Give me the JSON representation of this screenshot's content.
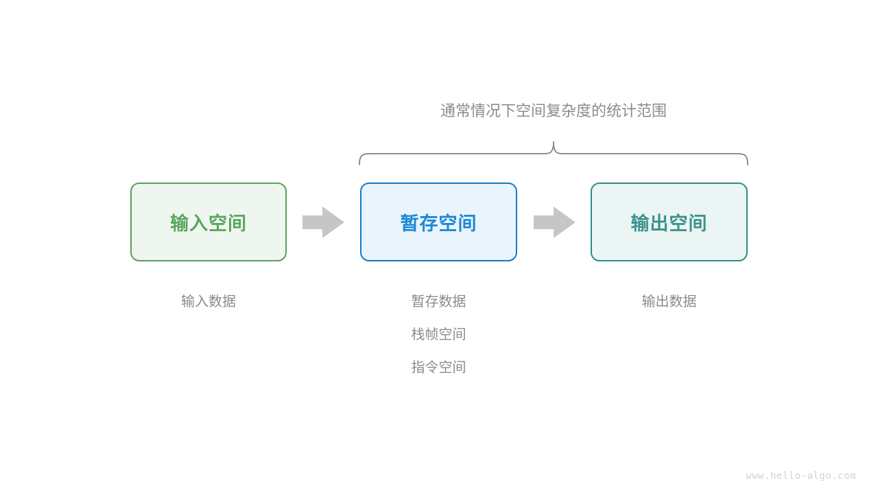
{
  "page": {
    "background": "#ffffff",
    "watermark": "www.hello-algo.com"
  },
  "annotation": {
    "caption_lead": "通常情况下",
    "caption_emphasis": "空间复杂度",
    "caption_tail": "的统计范围",
    "caption_full": "通常情况下空间复杂度的统计范围",
    "brace_color": "#808080",
    "text_color": "#8b8b8b"
  },
  "flow": {
    "boxes": [
      {
        "id": "input-space",
        "label": "输入空间",
        "fill": "#eff6ef",
        "border": "#599e5c",
        "text": "#5aa65e",
        "captions": [
          "输入数据"
        ]
      },
      {
        "id": "buffer-space",
        "label": "暂存空间",
        "fill": "#e9f4fd",
        "border": "#1379c6",
        "text": "#1e87d4",
        "captions": [
          "暂存数据",
          "栈帧空间",
          "指令空间"
        ]
      },
      {
        "id": "output-space",
        "label": "输出空间",
        "fill": "#ebf5f3",
        "border": "#2e8b84",
        "text": "#3c938c",
        "captions": [
          "输出数据"
        ]
      }
    ],
    "arrows": [
      {
        "id": "arrow-input-to-buffer",
        "color": "#c6c6c6"
      },
      {
        "id": "arrow-buffer-to-output",
        "color": "#c6c6c6"
      }
    ]
  }
}
